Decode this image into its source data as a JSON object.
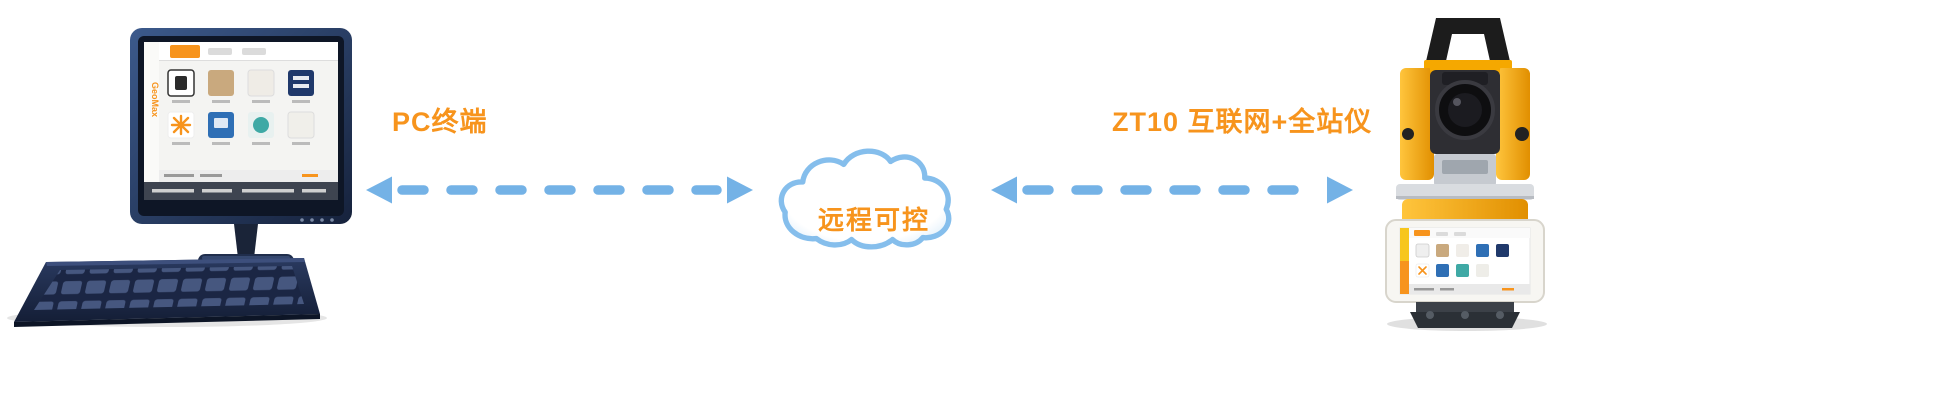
{
  "diagram": {
    "pc_label": "PC终端",
    "cloud_label": "远程可控",
    "device_label": "ZT10 互联网+全站仪",
    "screen_brand": "GeoMax",
    "colors": {
      "label_orange": "#F7941D",
      "arrow_blue": "#74B2E6",
      "cloud_stroke": "#85BEEC",
      "station_yellow": "#F5A800"
    }
  }
}
